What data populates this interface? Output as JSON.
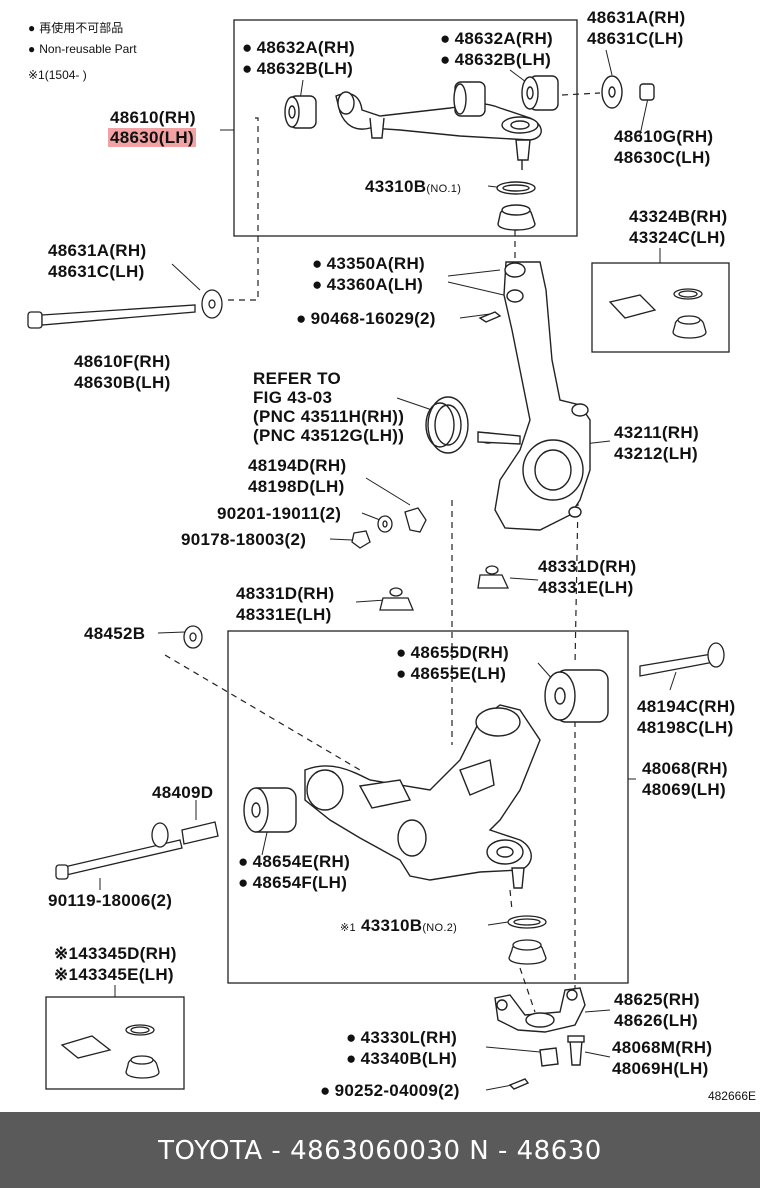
{
  "legend": {
    "jp_note": "再使用不可部品",
    "en_note": "Non-reusable Part",
    "date_note": "※1(1504-    )"
  },
  "labels": {
    "p48632A_RH_left": "48632A(RH)",
    "p48632B_LH_left": "48632B(LH)",
    "p48632A_RH_right": "48632A(RH)",
    "p48632B_LH_right": "48632B(LH)",
    "p48631A_RH_top": "48631A(RH)",
    "p48631C_LH_top": "48631C(LH)",
    "p48610_RH": "48610(RH)",
    "p48630_LH": "48630(LH)",
    "p48610G_RH": "48610G(RH)",
    "p48630C_LH": "48630C(LH)",
    "p43310B_1": "43310B",
    "p43310B_1_note": "(NO.1)",
    "p43324B_RH": "43324B(RH)",
    "p43324C_LH": "43324C(LH)",
    "p48631A_RH_mid": "48631A(RH)",
    "p48631C_LH_mid": "48631C(LH)",
    "p43350A_RH": "43350A(RH)",
    "p43360A_LH": "43360A(LH)",
    "p90468": "90468-16029(2)",
    "p48610F_RH": "48610F(RH)",
    "p48630B_LH": "48630B(LH)",
    "refer_1": "REFER TO",
    "refer_2": "FIG 43-03",
    "refer_3": "(PNC 43511H(RH))",
    "refer_4": "(PNC 43512G(LH))",
    "p43211_RH": "43211(RH)",
    "p43212_LH": "43212(LH)",
    "p48194D_RH": "48194D(RH)",
    "p48198D_LH": "48198D(LH)",
    "p90201": "90201-19011(2)",
    "p90178": "90178-18003(2)",
    "p48331D_RH_right": "48331D(RH)",
    "p48331E_LH_right": "48331E(LH)",
    "p48331D_RH_left": "48331D(RH)",
    "p48331E_LH_left": "48331E(LH)",
    "p48452B": "48452B",
    "p48655D_RH": "48655D(RH)",
    "p48655E_LH": "48655E(LH)",
    "p48194C_RH": "48194C(RH)",
    "p48198C_LH": "48198C(LH)",
    "p48409D": "48409D",
    "p48068_RH": "48068(RH)",
    "p48069_LH": "48069(LH)",
    "p48654E_RH": "48654E(RH)",
    "p48654F_LH": "48654F(LH)",
    "p90119": "90119-18006(2)",
    "p43310B_2_mark": "※1",
    "p43310B_2": "43310B",
    "p43310B_2_note": "(NO.2)",
    "p43345D_RH": "※143345D(RH)",
    "p43345E_LH": "※143345E(LH)",
    "p48625_RH": "48625(RH)",
    "p48626_LH": "48626(LH)",
    "p43330L_RH": "43330L(RH)",
    "p43340B_LH": "43340B(LH)",
    "p48068M_RH": "48068M(RH)",
    "p48069H_LH": "48069H(LH)",
    "p90252": "90252-04009(2)"
  },
  "figure_id": "482666E",
  "footer": {
    "text": "TOYOTA - 4863060030      N - 48630"
  },
  "colors": {
    "highlight": "#f2a2a2",
    "footer_bg": "#5a5a5a",
    "footer_text": "#ffffff"
  }
}
